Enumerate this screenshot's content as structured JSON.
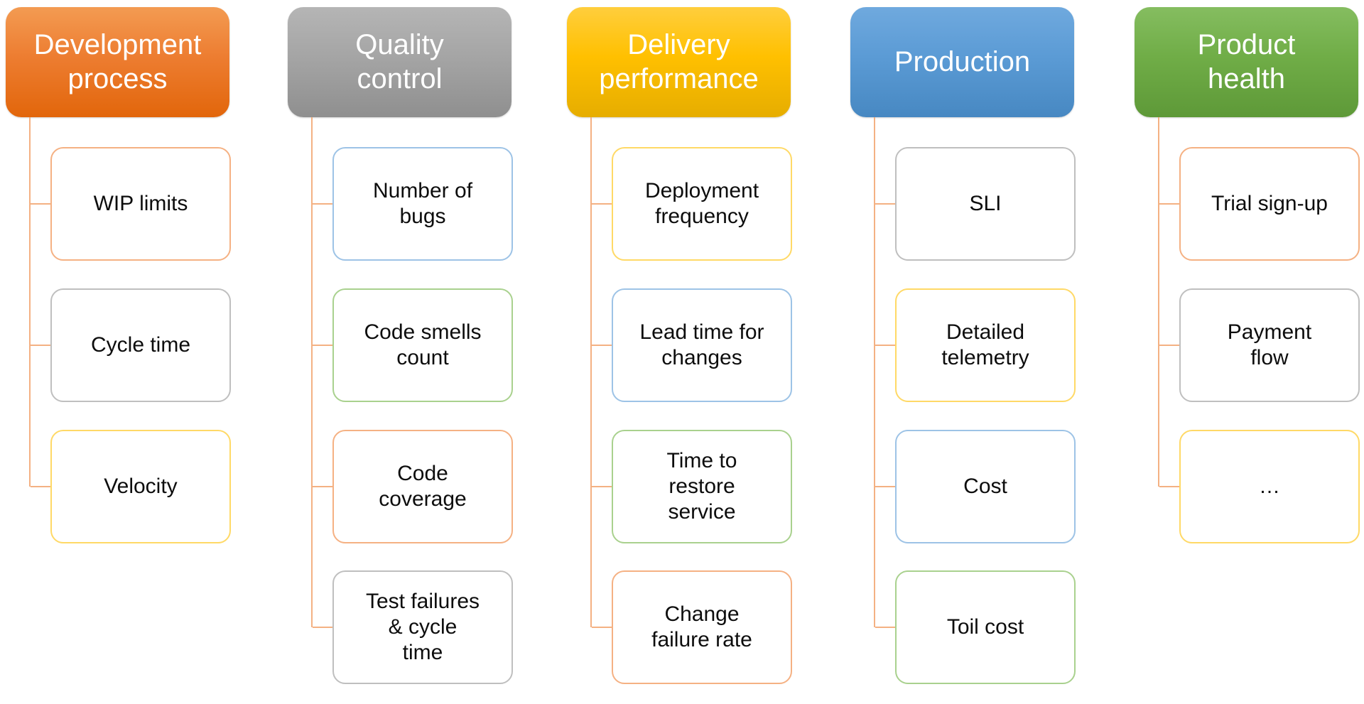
{
  "diagram": {
    "connector_color": "#F4B183",
    "columns": [
      {
        "id": "development-process",
        "title": "Development\nprocess",
        "header_colors": {
          "top": "#F39B52",
          "mid": "#ED7D31",
          "bottom": "#E2660B"
        },
        "header_text_color": "#FFFFFF",
        "children": [
          {
            "label": "WIP limits",
            "border_color": "#F5B183"
          },
          {
            "label": "Cycle time",
            "border_color": "#BFBFBF"
          },
          {
            "label": "Velocity",
            "border_color": "#FFD966"
          }
        ]
      },
      {
        "id": "quality-control",
        "title": "Quality\ncontrol",
        "header_colors": {
          "top": "#B5B5B5",
          "mid": "#A5A5A5",
          "bottom": "#8F8F8F"
        },
        "header_text_color": "#FFFFFF",
        "children": [
          {
            "label": "Number of\nbugs",
            "border_color": "#9DC3E6"
          },
          {
            "label": "Code smells\ncount",
            "border_color": "#A9D18E"
          },
          {
            "label": "Code\ncoverage",
            "border_color": "#F5B183"
          },
          {
            "label": "Test failures\n&  cycle\ntime",
            "border_color": "#BFBFBF"
          }
        ]
      },
      {
        "id": "delivery-performance",
        "title": "Delivery\nperformance",
        "header_colors": {
          "top": "#FFCE3D",
          "mid": "#FFC000",
          "bottom": "#E6AD00"
        },
        "header_text_color": "#FFFFFF",
        "children": [
          {
            "label": "Deployment\nfrequency",
            "border_color": "#FFD966"
          },
          {
            "label": "Lead time for\nchanges",
            "border_color": "#9DC3E6"
          },
          {
            "label": "Time to\nrestore\nservice",
            "border_color": "#A9D18E"
          },
          {
            "label": "Change\nfailure rate",
            "border_color": "#F5B183"
          }
        ]
      },
      {
        "id": "production",
        "title": "Production",
        "header_colors": {
          "top": "#6FA9DE",
          "mid": "#5B9BD5",
          "bottom": "#4788C2"
        },
        "header_text_color": "#FFFFFF",
        "children": [
          {
            "label": "SLI",
            "border_color": "#BFBFBF"
          },
          {
            "label": "Detailed\ntelemetry",
            "border_color": "#FFD966"
          },
          {
            "label": "Cost",
            "border_color": "#9DC3E6"
          },
          {
            "label": "Toil cost",
            "border_color": "#A9D18E"
          }
        ]
      },
      {
        "id": "product-health",
        "title": "Product\nhealth",
        "header_colors": {
          "top": "#85BD60",
          "mid": "#70AD47",
          "bottom": "#5E9938"
        },
        "header_text_color": "#FFFFFF",
        "children": [
          {
            "label": "Trial sign-up",
            "border_color": "#F5B183"
          },
          {
            "label": "Payment\nflow",
            "border_color": "#BFBFBF"
          },
          {
            "label": "…",
            "border_color": "#FFD966"
          }
        ]
      }
    ]
  }
}
